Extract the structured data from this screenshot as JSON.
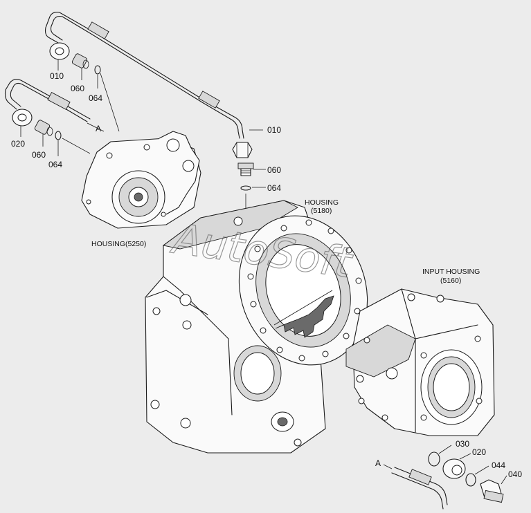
{
  "watermark": "AutoSoft",
  "parts": {
    "p010_top": "010",
    "p060_top": "060",
    "p064_top": "064",
    "p020_left": "020",
    "p060_left": "060",
    "p064_left": "064",
    "ref_a_top": "A",
    "p010_mid": "010",
    "p060_mid": "060",
    "p064_mid": "064",
    "p030_bottom": "030",
    "p020_bottom": "020",
    "p044_bottom": "044",
    "p040_bottom": "040",
    "ref_a_bottom": "A"
  },
  "housings": {
    "h5250": "HOUSING(5250)",
    "h5180_name": "HOUSING",
    "h5180_code": "(5180)",
    "h5160_name": "INPUT HOUSING",
    "h5160_code": "(5160)"
  }
}
